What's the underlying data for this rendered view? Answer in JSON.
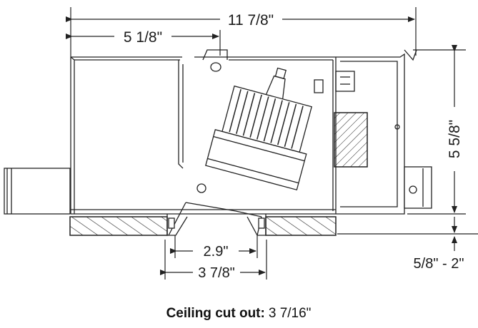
{
  "dimensions": {
    "overall_width": "11 7/8\"",
    "half_width": "5 1/8\"",
    "height": "5 5/8\"",
    "aperture_inner": "2.9\"",
    "aperture_outer": "3 7/8\"",
    "ceiling_range": "5/8\" - 2\""
  },
  "caption": {
    "label": "Ceiling cut out:",
    "value": "3 7/16\""
  }
}
